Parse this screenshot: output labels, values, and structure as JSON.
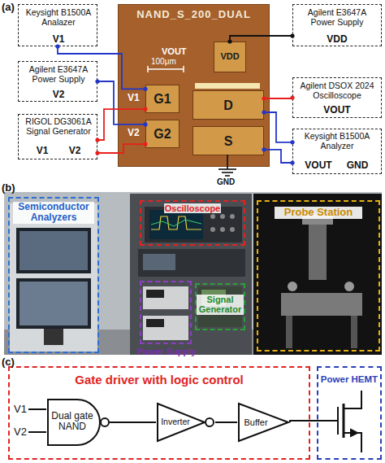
{
  "diagram": {
    "nodes": [
      {
        "text": [
          "Keysight B1500A Analazer",
          "V1"
        ]
      },
      {
        "text": [
          "NAND_S_200_DUAL"
        ]
      },
      {
        "text": [
          "VDD"
        ],
        "in": 1
      },
      {
        "text": [
          "G1"
        ],
        "in": 1
      },
      {
        "text": [
          "D"
        ],
        "in": 1
      },
      {
        "text": [
          "G2"
        ],
        "in": 1
      },
      {
        "text": [
          "S"
        ],
        "in": 1
      },
      {
        "text": [
          "Agilent E3647A Power Supply",
          "VDD"
        ]
      },
      {
        "text": [
          "Agilent E3647A Power Supply",
          "V2"
        ]
      },
      {
        "text": [
          "Agilent DSOX 2024 Oscilloscope",
          "VOUT"
        ]
      },
      {
        "text": [
          "RIGOL DG3061A Signal Generator",
          "V1",
          "V2"
        ]
      },
      {
        "text": [
          "Keysight B1500A Analyzer",
          "VOUT",
          "GND"
        ]
      },
      {
        "text": [
          "Semiconductor Analyzers"
        ]
      },
      {
        "text": [
          "Oscilloscope"
        ]
      },
      {
        "text": [
          "Probe Station"
        ]
      },
      {
        "text": [
          "Signal Generator"
        ]
      },
      {
        "text": [
          "Power Supply"
        ]
      },
      {
        "text": [
          "Gate driver with logic control"
        ]
      },
      {
        "text": [
          "Dual gate NAND"
        ],
        "in": 17
      },
      {
        "text": [
          "Inverter"
        ],
        "in": 17
      },
      {
        "text": [
          "Buffer"
        ],
        "in": 17
      },
      {
        "text": [
          "Power HEMT"
        ]
      }
    ],
    "edges": [
      {
        "from": 0,
        "to": 3,
        "arrow": "none"
      },
      {
        "from": 8,
        "to": 5,
        "arrow": "none"
      },
      {
        "from": 10,
        "to": 3,
        "arrow": "none"
      },
      {
        "from": 10,
        "to": 5,
        "arrow": "none"
      },
      {
        "from": 7,
        "to": 2,
        "arrow": "none"
      },
      {
        "from": 9,
        "to": 4,
        "arrow": "none"
      },
      {
        "from": 11,
        "to": 4,
        "arrow": "none"
      },
      {
        "from": 11,
        "to": 6,
        "arrow": "none"
      },
      {
        "from": 18,
        "to": 19,
        "arrow": "none"
      },
      {
        "from": 19,
        "to": 20,
        "arrow": "none"
      },
      {
        "from": 20,
        "to": 21,
        "arrow": "none"
      }
    ],
    "labels": [
      "(a)",
      "VOUT",
      "100μm",
      "V1",
      "V2",
      "GND",
      "(b)",
      "(c)",
      "V1",
      "V2"
    ]
  }
}
